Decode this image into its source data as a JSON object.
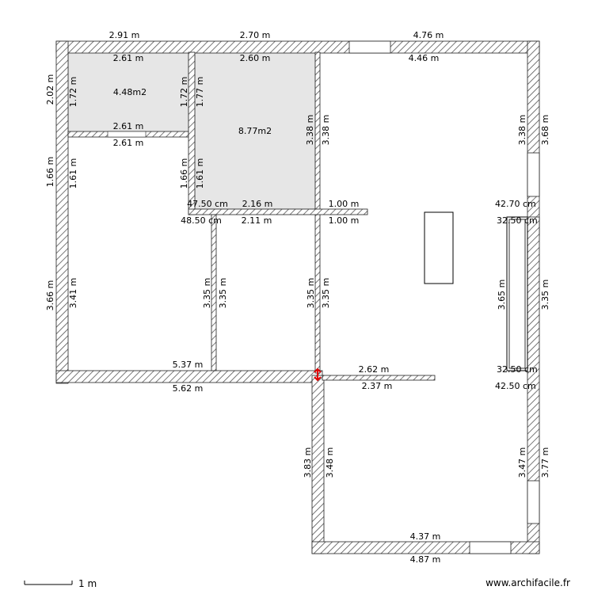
{
  "colors": {
    "wall_hatch": "#555555",
    "room_fill": "#e6e6e6",
    "marker": "#e00000"
  },
  "rooms": [
    {
      "area": "4.48m2"
    },
    {
      "area": "8.77m2"
    }
  ],
  "labels": {
    "top_ext_1": "2.91 m",
    "top_ext_2": "2.70 m",
    "top_ext_3": "4.76 m",
    "r1_top": "2.61 m",
    "r2_top": "2.60 m",
    "big_top": "4.46 m",
    "r1_bottom_in": "2.61 m",
    "r1_bottom_out": "2.61 m",
    "left_ext_1": "2.02 m",
    "left_in_1": "1.72 m",
    "r1_right": "1.72 m",
    "r2_left": "1.77 m",
    "left_ext_2": "1.66 m",
    "left_in_2": "1.61 m",
    "mid_left_1": "1.66 m",
    "mid_left_2": "1.61 m",
    "r2_right_1": "3.38 m",
    "r2_right_2": "3.38 m",
    "right_top_in": "3.38 m",
    "right_top_ext": "3.68 m",
    "cm_1": "47.50 cm",
    "cm_2": "48.50 cm",
    "r2_bottom_1": "2.16 m",
    "r2_bottom_2": "2.11 m",
    "stub_1": "1.00 m",
    "stub_2": "1.00 m",
    "right_cm_1": "42.70 cm",
    "right_cm_2": "32.50 cm",
    "left_ext_3": "3.66 m",
    "left_in_3": "3.41 m",
    "hall_left_1": "3.35 m",
    "hall_left_2": "3.35 m",
    "hall_right_1": "3.35 m",
    "hall_right_2": "3.35 m",
    "right_mid_in": "3.65 m",
    "right_mid_ext": "3.35 m",
    "bottom_in": "5.37 m",
    "bottom_ext": "5.62 m",
    "low_top_1": "2.62 m",
    "low_top_2": "2.37 m",
    "right_cm_3": "32.50 cm",
    "right_cm_4": "42.50 cm",
    "low_left_ext": "3.83 m",
    "low_left_in": "3.48 m",
    "low_right_in": "3.47 m",
    "low_right_ext": "3.77 m",
    "low_bottom_in": "4.37 m",
    "low_bottom_ext": "4.87 m"
  },
  "scale_label": "1 m",
  "watermark": "www.archifacile.fr"
}
